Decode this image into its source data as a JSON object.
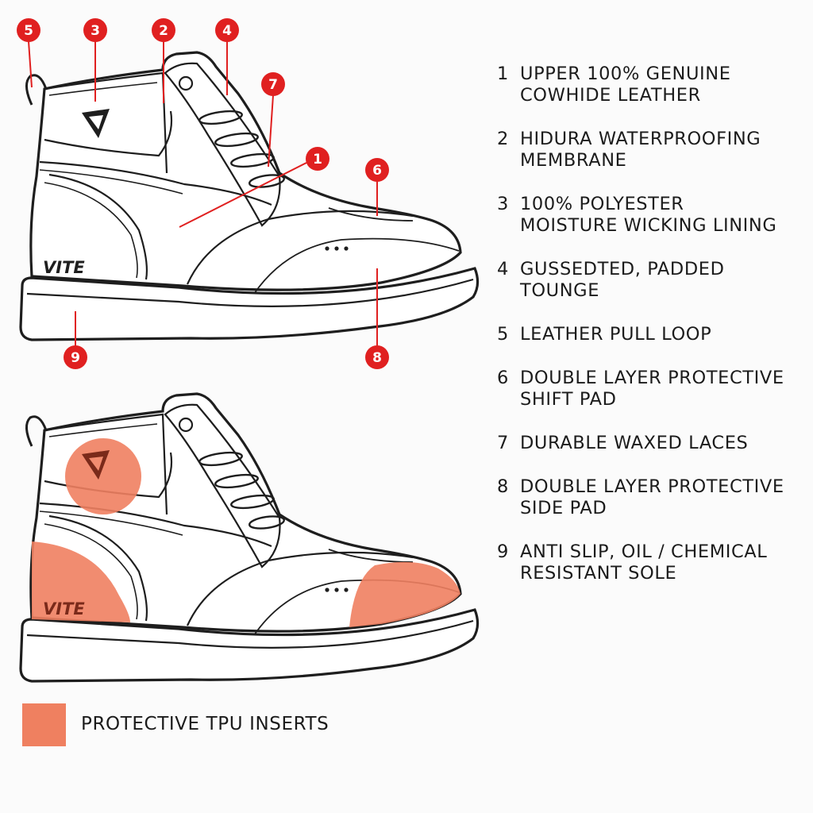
{
  "callouts": [
    {
      "number": "1"
    },
    {
      "number": "2"
    },
    {
      "number": "3"
    },
    {
      "number": "4"
    },
    {
      "number": "5"
    },
    {
      "number": "6"
    },
    {
      "number": "7"
    },
    {
      "number": "8"
    },
    {
      "number": "9"
    }
  ],
  "features": [
    {
      "number": "1",
      "text": "UPPER 100% GENUINE\nCOWHIDE LEATHER"
    },
    {
      "number": "2",
      "text": "HIDURA WATERPROOFING\nMEMBRANE"
    },
    {
      "number": "3",
      "text": "100% POLYESTER\nMOISTURE WICKING LINING"
    },
    {
      "number": "4",
      "text": "GUSSEDTED, PADDED\nTOUNGE"
    },
    {
      "number": "5",
      "text": "LEATHER PULL LOOP"
    },
    {
      "number": "6",
      "text": "DOUBLE LAYER PROTECTIVE\nSHIFT PAD"
    },
    {
      "number": "7",
      "text": "DURABLE WAXED LACES"
    },
    {
      "number": "8",
      "text": "DOUBLE LAYER PROTECTIVE\nSIDE PAD"
    },
    {
      "number": "9",
      "text": "ANTI SLIP, OIL / CHEMICAL\nRESISTANT SOLE"
    }
  ],
  "boot_brand": "VITE",
  "legend": {
    "label": "PROTECTIVE TPU INSERTS"
  },
  "colors": {
    "callout": "#e02020",
    "insert": "#ef8060",
    "outline": "#1e1e1e",
    "background": "#fbfbfb"
  }
}
